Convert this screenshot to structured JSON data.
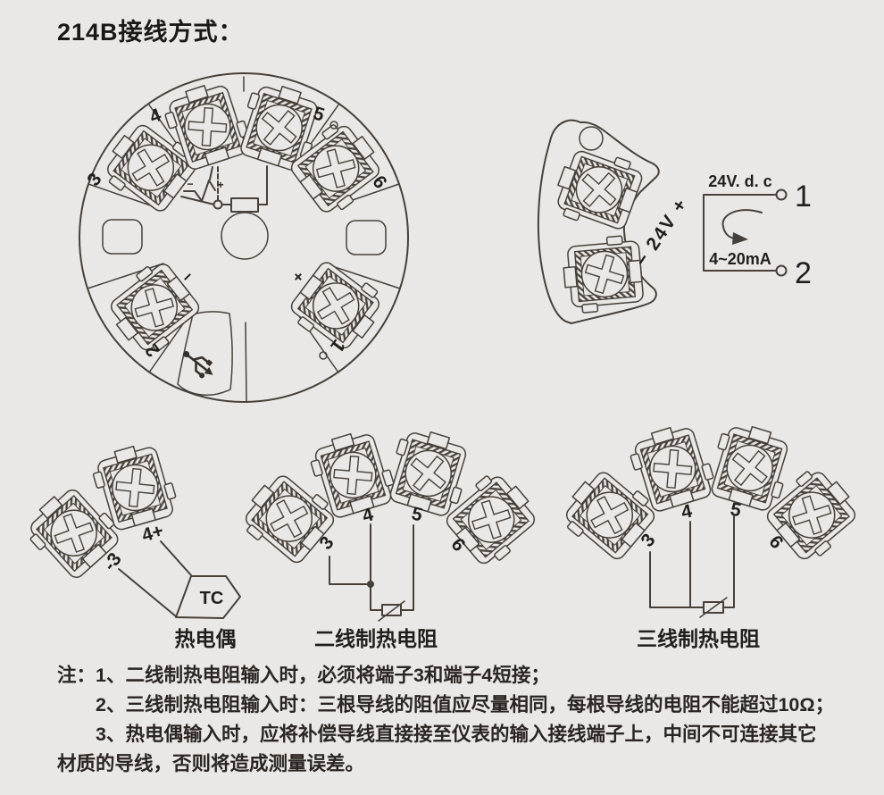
{
  "title": "214B接线方式：",
  "colors": {
    "background": "#e9e8e6",
    "line": "#47403a",
    "text": "#221e1b"
  },
  "main_module": {
    "terminals": {
      "t3": "3",
      "t4": "4",
      "t5": "5",
      "t6": "6",
      "t2": "2",
      "t1": "1"
    },
    "sensor_polarity": {
      "minus": "−",
      "plus": "+"
    },
    "output_polarity": {
      "minus": "−",
      "plus": "+"
    }
  },
  "power_module": {
    "side_label": "− 24V +"
  },
  "loop_schematic": {
    "supply": "24V. d. c",
    "terminal_1": "1",
    "current": "4~20mA",
    "terminal_2": "2"
  },
  "thermocouple": {
    "terminal_3": "-3",
    "terminal_4": "4+",
    "sensor": "TC",
    "caption": "热电偶"
  },
  "rtd_two_wire": {
    "terminals": {
      "t3": "3",
      "t4": "4",
      "t5": "5",
      "t6": "6"
    },
    "caption": "二线制热电阻"
  },
  "rtd_three_wire": {
    "terminals": {
      "t3": "3",
      "t4": "4",
      "t5": "5",
      "t6": "6"
    },
    "caption": "三线制热电阻"
  },
  "notes": {
    "line1": "注：1、二线制热电阻输入时，必须将端子3和端子4短接；",
    "line2": "2、三线制热电阻输入时：三根导线的阻值应尽量相同，每根导线的电阻不能超过10Ω；",
    "line3": "3、热电偶输入时，应将补偿导线直接接至仪表的输入接线端子上，中间不可连接其它",
    "line4": "材质的导线，否则将造成测量误差。"
  }
}
